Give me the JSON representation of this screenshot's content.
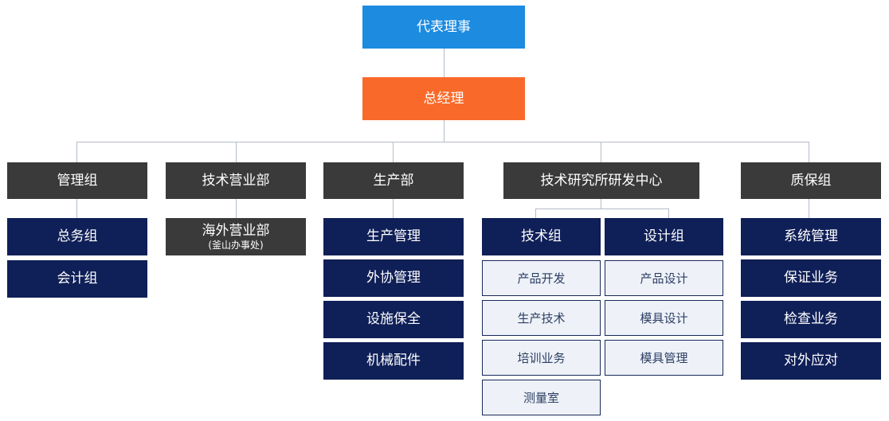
{
  "top": {
    "ceo": "代表理事",
    "gm": "总经理"
  },
  "departments": {
    "mgmt": {
      "title": "管理组",
      "units": [
        "总务组",
        "会计组"
      ]
    },
    "sales": {
      "title": "技术营业部",
      "unit": "海外营业部",
      "unit_sub": "(釜山办事处)"
    },
    "prod": {
      "title": "生产部",
      "units": [
        "生产管理",
        "外协管理",
        "设施保全",
        "机械配件"
      ]
    },
    "rnd": {
      "title": "技术研究所研发中心",
      "tech": {
        "title": "技术组",
        "tasks": [
          "产品开发",
          "生产技术",
          "培训业务",
          "测量室"
        ]
      },
      "design": {
        "title": "设计组",
        "tasks": [
          "产品设计",
          "模具设计",
          "模具管理"
        ]
      }
    },
    "qa": {
      "title": "质保组",
      "units": [
        "系统管理",
        "保证业务",
        "检查业务",
        "对外应对"
      ]
    }
  },
  "colors": {
    "ceo": "#1c8be0",
    "gm": "#f96a2a",
    "department": "#3a3a3a",
    "unit": "#0f1f57",
    "task": "#eef2f8",
    "connector": "#b5bcc8"
  }
}
